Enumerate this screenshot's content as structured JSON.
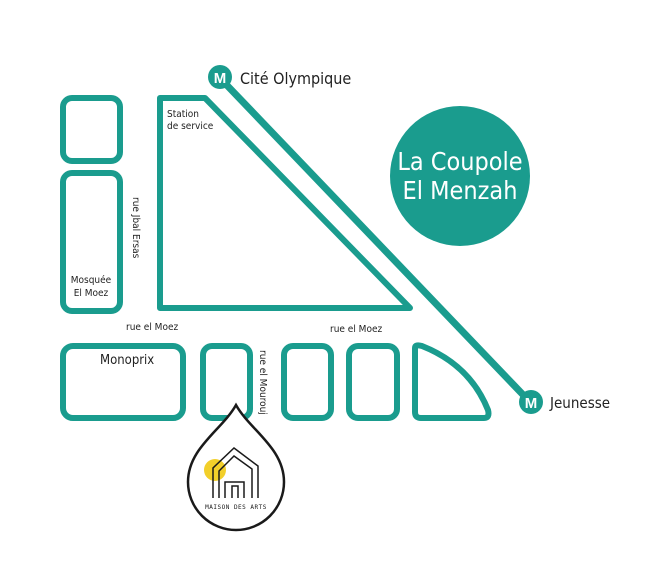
{
  "colors": {
    "teal": "#1a9c8e",
    "ink": "#1a1a1a",
    "logo_yellow": "#f2cf2a"
  },
  "stations": [
    {
      "label": "Cité Olympique",
      "icon": "metro-icon",
      "letter": "M"
    },
    {
      "label": "Jeunesse",
      "icon": "metro-icon",
      "letter": "M"
    }
  ],
  "landmark": {
    "line1": "La Coupole",
    "line2": "El Menzah"
  },
  "labels": {
    "station_service_1": "Station",
    "station_service_2": "de service",
    "mosque_1": "Mosquée",
    "mosque_2": "El Moez",
    "monoprix": "Monoprix",
    "rue_jbal": "rue Jbal Ersas",
    "rue_moez_left": "rue el Moez",
    "rue_moez_right": "rue el Moez",
    "rue_mourouj": "rue el Mourouj"
  },
  "logo": {
    "text": "MAISON DES ARTS"
  }
}
